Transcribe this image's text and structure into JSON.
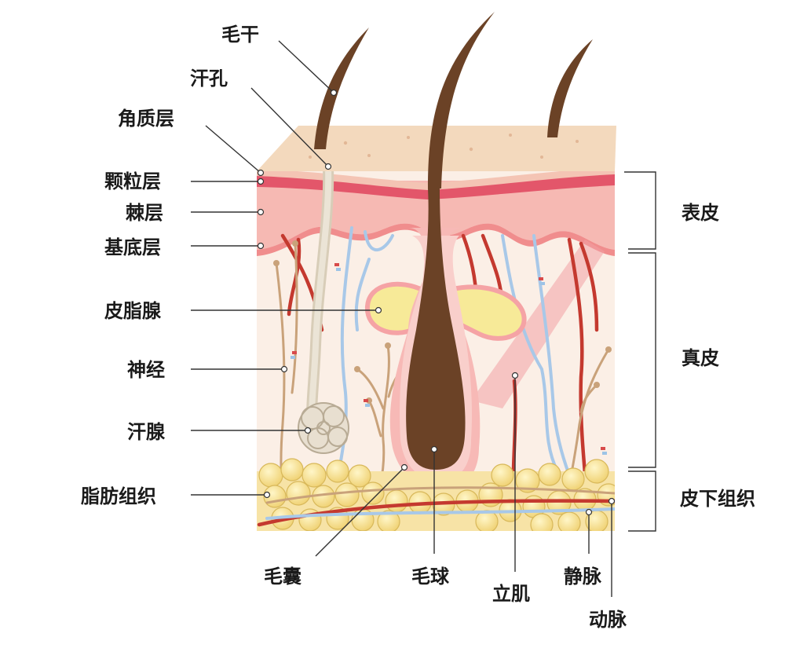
{
  "labels": {
    "hair_shaft": "毛干",
    "sweat_pore": "汗孔",
    "stratum_corneum": "角质层",
    "stratum_granulosum": "颗粒层",
    "stratum_spinosum": "棘层",
    "stratum_basale": "基底层",
    "sebaceous_gland": "皮脂腺",
    "nerve": "神经",
    "sweat_gland": "汗腺",
    "adipose_tissue": "脂肪组织",
    "hair_follicle": "毛囊",
    "hair_bulb": "毛球",
    "arrector_muscle": "立肌",
    "vein": "静脉",
    "artery": "动脉",
    "epidermis": "表皮",
    "dermis": "真皮",
    "subcutaneous": "皮下组织"
  },
  "colors": {
    "skin_surface": "#f4dcc0",
    "stratum_corneum": "#f2b8a8",
    "stratum_granulosum": "#e35a6a",
    "stratum_spinosum": "#f5b5b0",
    "dermis": "#fbeee4",
    "fat": "#f7e08a",
    "hair": "#6b4226",
    "sebaceous": "#f7eb9a",
    "artery": "#c0392b",
    "vein": "#9cc3e6",
    "nerve": "#c9a27a",
    "sweat_gland": "#ddd3c4"
  }
}
